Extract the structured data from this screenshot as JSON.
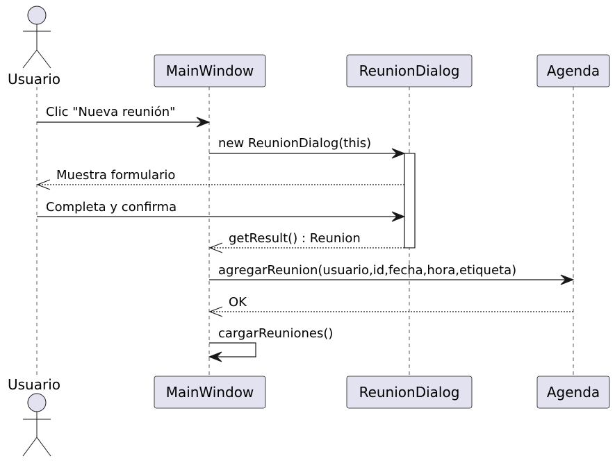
{
  "participants": {
    "usuario": "Usuario",
    "mainwindow": "MainWindow",
    "reuniondialog": "ReunionDialog",
    "agenda": "Agenda"
  },
  "messages": [
    "Clic \"Nueva reunión\"",
    "new ReunionDialog(this)",
    "Muestra formulario",
    "Completa y confirma",
    "getResult() : Reunion",
    "agregarReunion(usuario,id,fecha,hora,etiqueta)",
    "OK",
    "cargarReuniones()"
  ],
  "colors": {
    "participant_fill": "#E2E2F0",
    "line": "#181818"
  }
}
